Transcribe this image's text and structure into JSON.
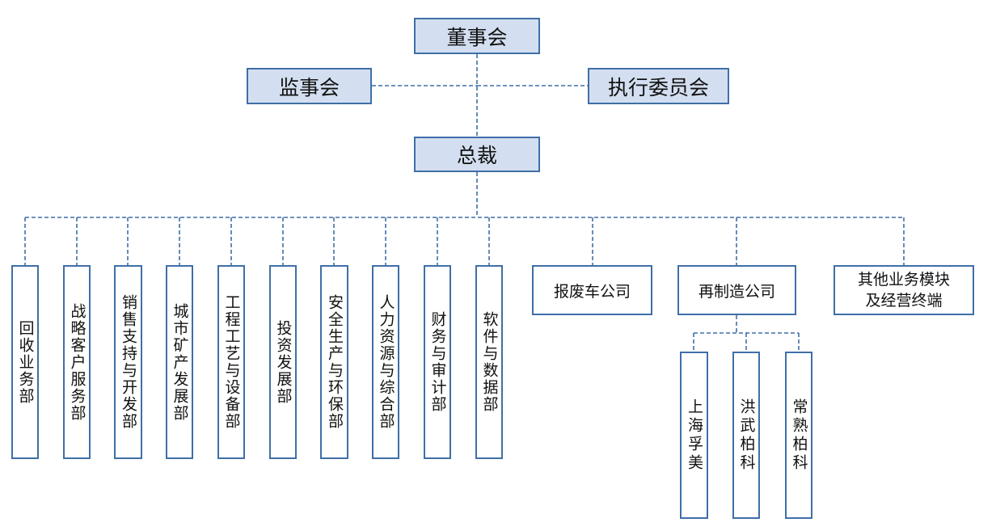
{
  "org": {
    "board": "董事会",
    "supervisors": "监事会",
    "executive": "执行委员会",
    "president": "总裁",
    "departments": [
      "回收业务部",
      "战略客户服务部",
      "销售支持与开发部",
      "城市矿产发展部",
      "工程工艺与设备部",
      "投资发展部",
      "安全生产与环保部",
      "人力资源与综合部",
      "财务与审计部",
      "软件与数据部"
    ],
    "companies": {
      "scrap_car": "报废车公司",
      "reman": "再制造公司",
      "other_line1": "其他业务模块",
      "other_line2": "及经营终端"
    },
    "reman_subs": [
      "上海孚美",
      "洪武柏科",
      "常熟柏科"
    ]
  },
  "colors": {
    "border": "#3f6fa7",
    "header_fill": "#d3dff0",
    "line": "#3f6fa7"
  }
}
